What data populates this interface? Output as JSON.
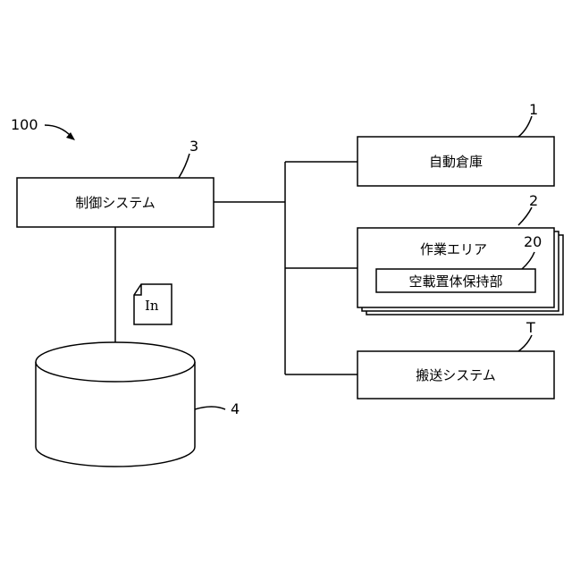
{
  "system_ref": "100",
  "control_system": {
    "label": "制御システム",
    "ref": "3"
  },
  "automated_warehouse": {
    "label": "自動倉庫",
    "ref": "1"
  },
  "work_area": {
    "label": "作業エリア",
    "ref": "2"
  },
  "empty_holder_section": {
    "label": "空載置体保持部",
    "ref": "20"
  },
  "transport_system": {
    "label": "搬送システム",
    "ref": "T"
  },
  "database": {
    "ref": "4"
  },
  "document": {
    "label": "In"
  }
}
